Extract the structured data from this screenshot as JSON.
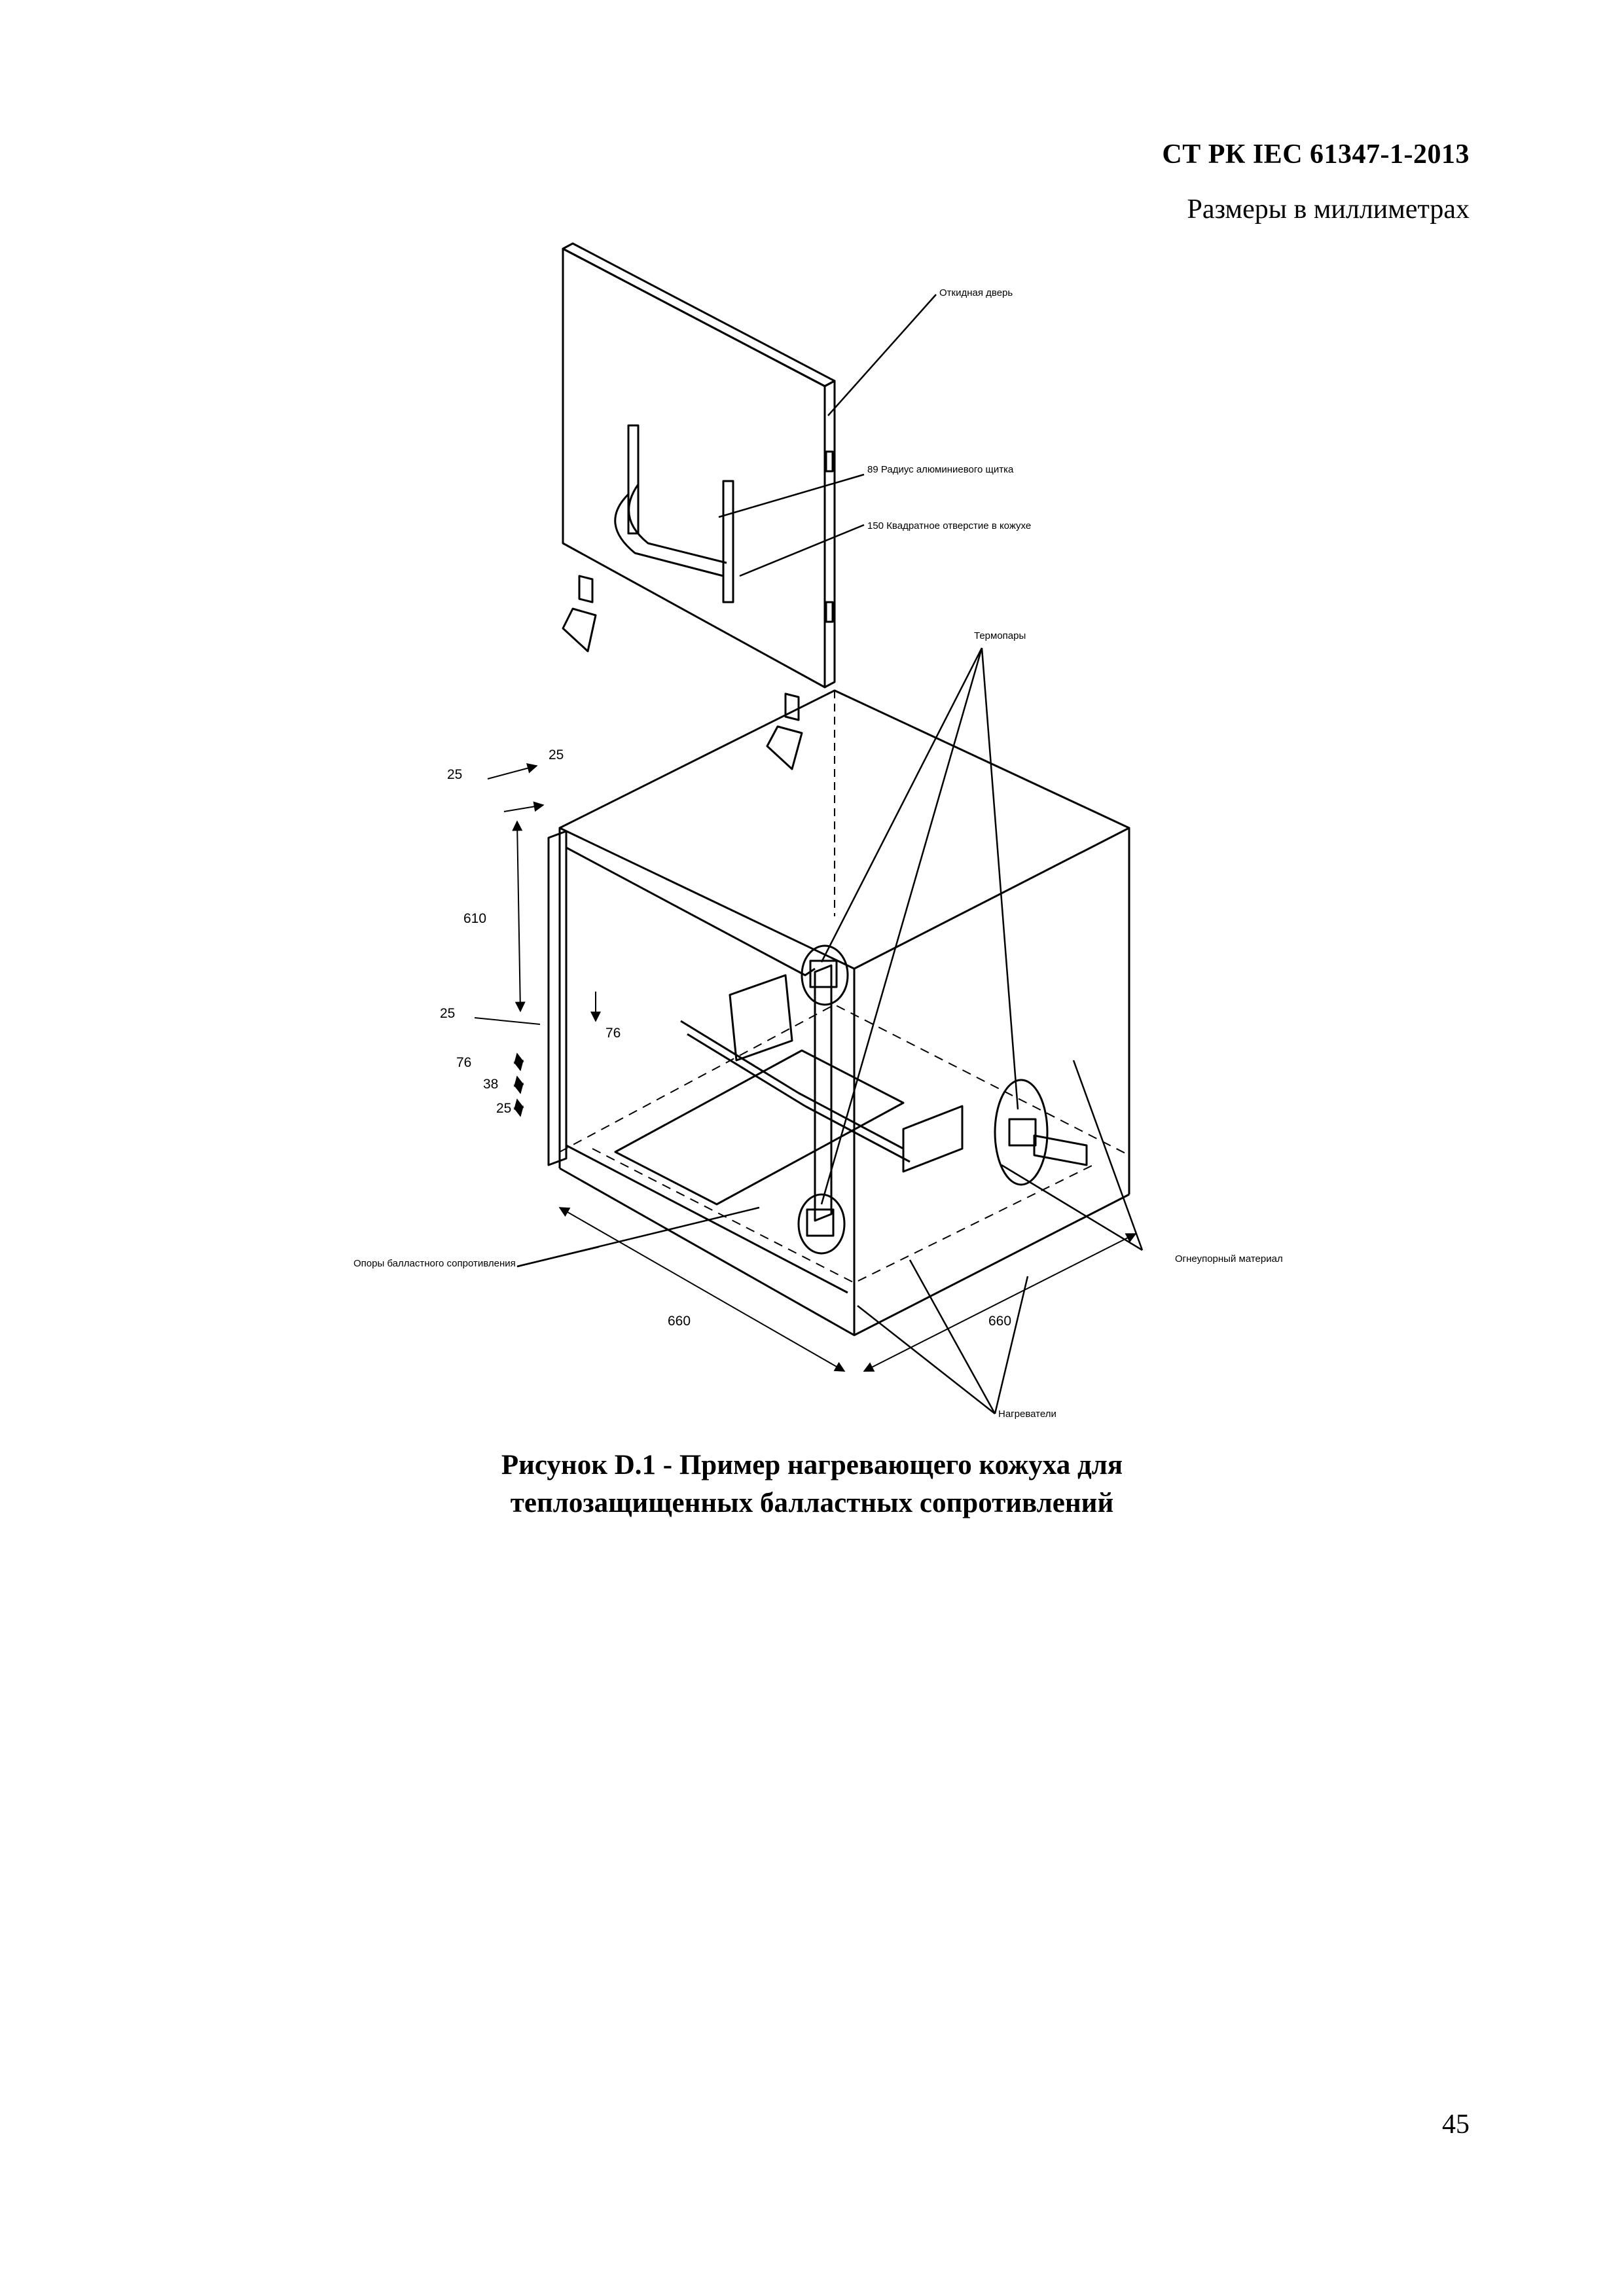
{
  "header": {
    "standard_code": "СТ РК IEC 61347-1-2013",
    "units_note": "Размеры в миллиметрах"
  },
  "figure": {
    "labels": {
      "door": "Откидная дверь",
      "aluminum_shield": "89 Радиус алюминиевого щитка",
      "square_hole": "150 Квадратное отверстие в кожухе",
      "thermocouples": "Термопары",
      "refractory": "Огнеупорный материал",
      "ballast_supports": "Опоры балластного сопротивления",
      "heaters": "Нагреватели"
    },
    "dimensions": {
      "top_25a": "25",
      "top_25b": "25",
      "height_610": "610",
      "left_25": "25",
      "inner_76": "76",
      "left_76": "76",
      "left_38": "38",
      "left_25b": "25",
      "width_660": "660",
      "depth_660": "660"
    }
  },
  "caption": {
    "line1": "Рисунок D.1 - Пример нагревающего кожуха для",
    "line2": "теплозащищенных балластных сопротивлений"
  },
  "page_number": "45"
}
